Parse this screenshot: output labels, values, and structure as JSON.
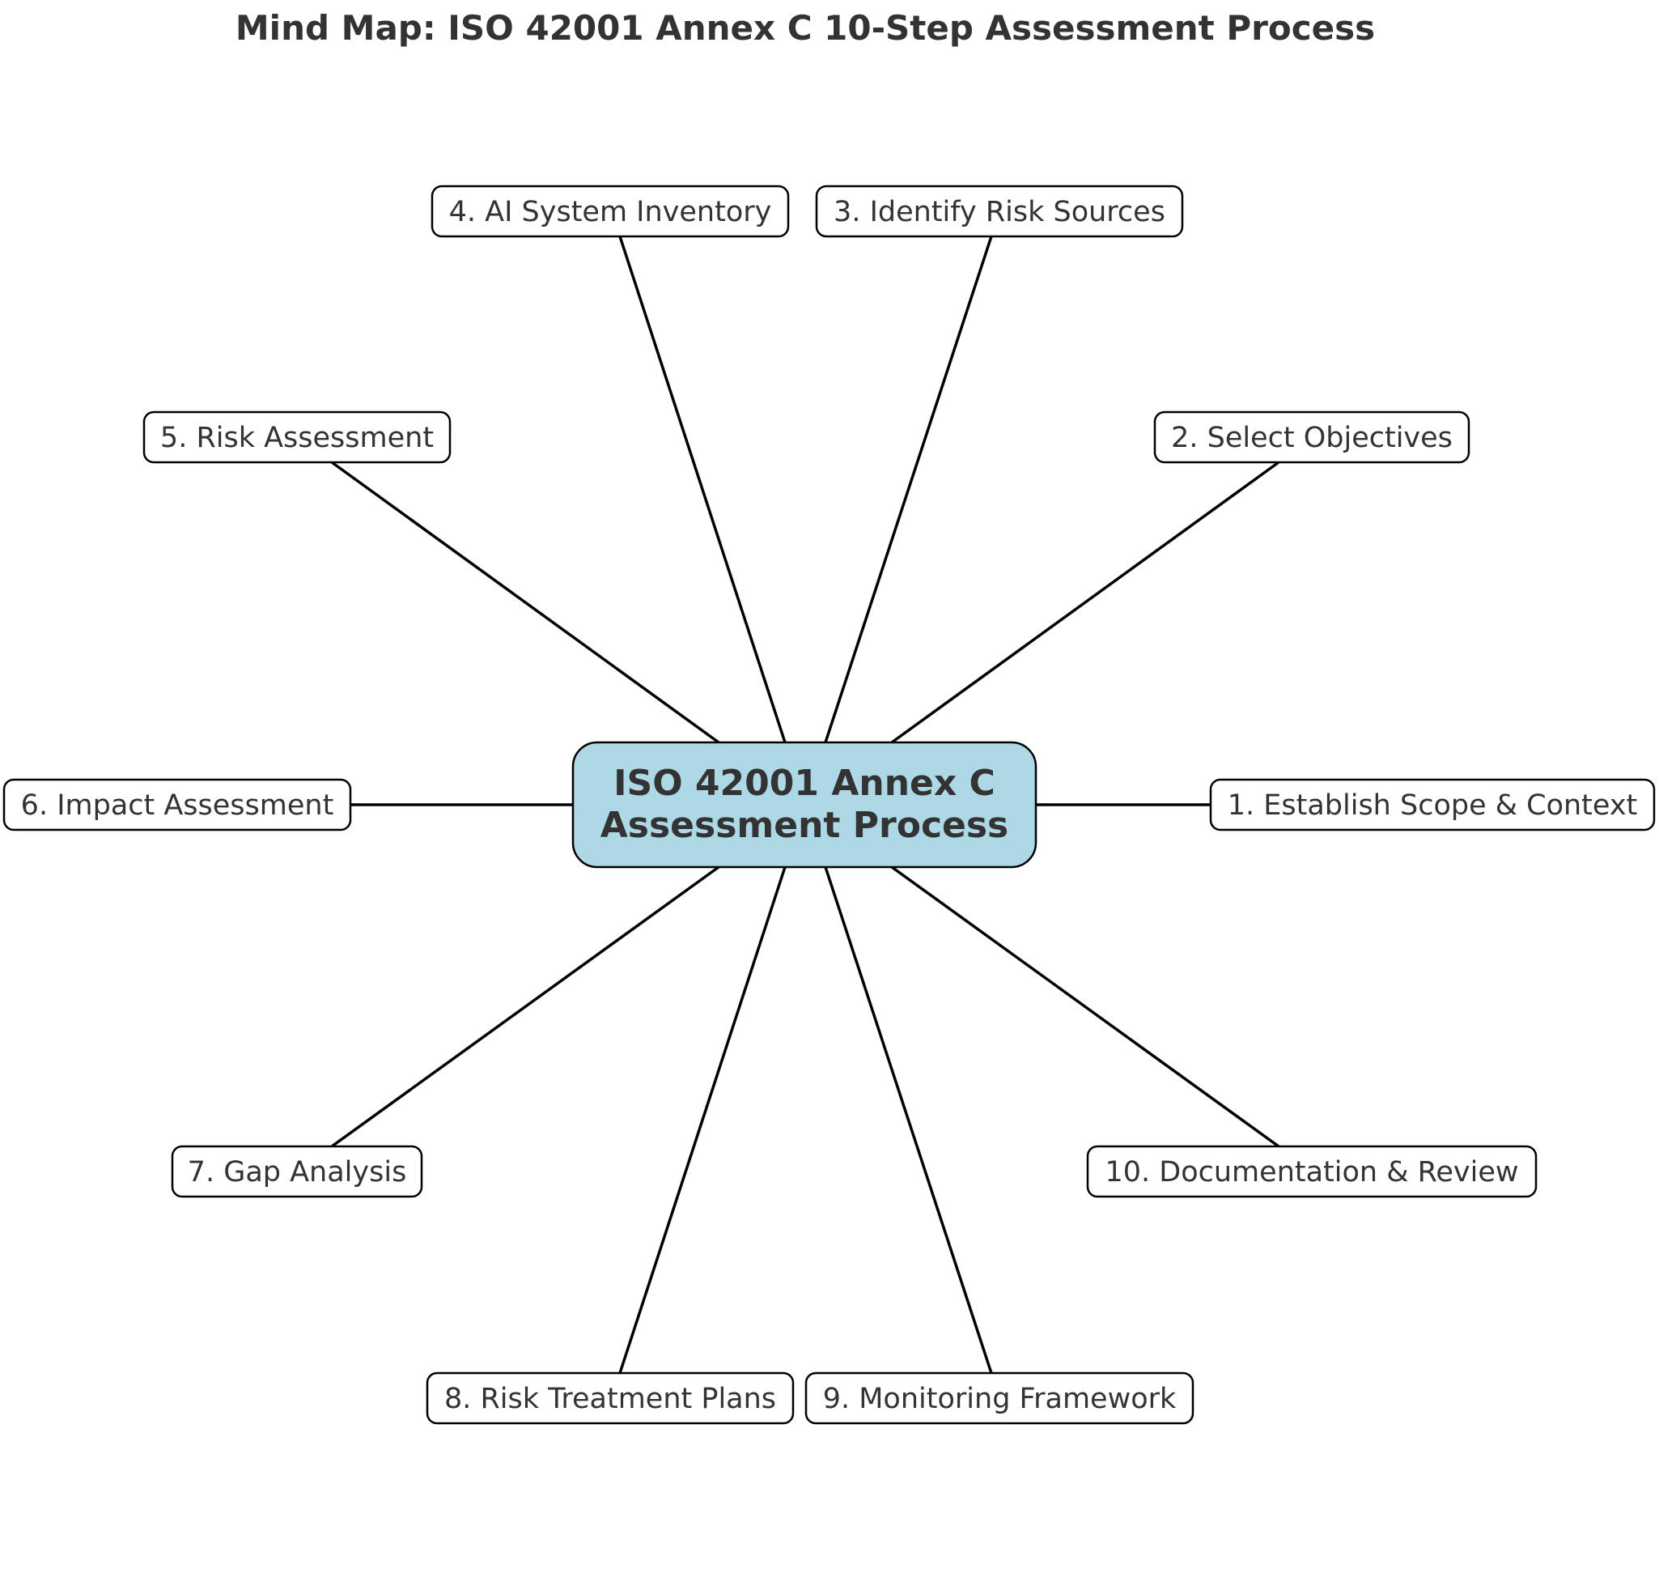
{
  "title": "Mind Map: ISO 42001 Annex C 10-Step Assessment Process",
  "center": {
    "lines": [
      "ISO 42001 Annex C",
      "Assessment Process"
    ],
    "fill_color": "#add8e6"
  },
  "nodes": [
    {
      "label": "1. Establish Scope & Context"
    },
    {
      "label": "2. Select Objectives"
    },
    {
      "label": "3. Identify Risk Sources"
    },
    {
      "label": "4. AI System Inventory"
    },
    {
      "label": "5. Risk Assessment"
    },
    {
      "label": "6. Impact Assessment"
    },
    {
      "label": "7. Gap Analysis"
    },
    {
      "label": "8. Risk Treatment Plans"
    },
    {
      "label": "9. Monitoring Framework"
    },
    {
      "label": "10. Documentation & Review"
    }
  ]
}
